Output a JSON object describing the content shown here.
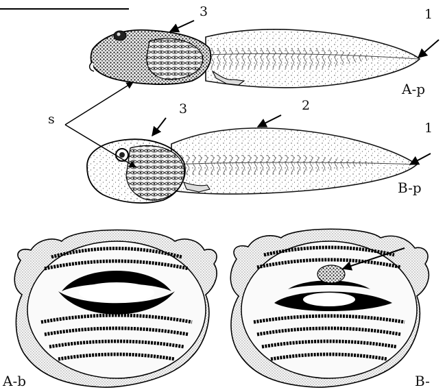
{
  "figure": {
    "callouts": {
      "upper_tadpole_3": "3",
      "upper_tadpole_1": "1",
      "lower_tadpole_3": "3",
      "lower_tadpole_2": "2",
      "lower_tadpole_1": "1",
      "spiracle": "s"
    },
    "panels": {
      "a_p": "A-p",
      "b_p": "B-p",
      "a_b": "A-b",
      "b_b": "B-"
    }
  }
}
